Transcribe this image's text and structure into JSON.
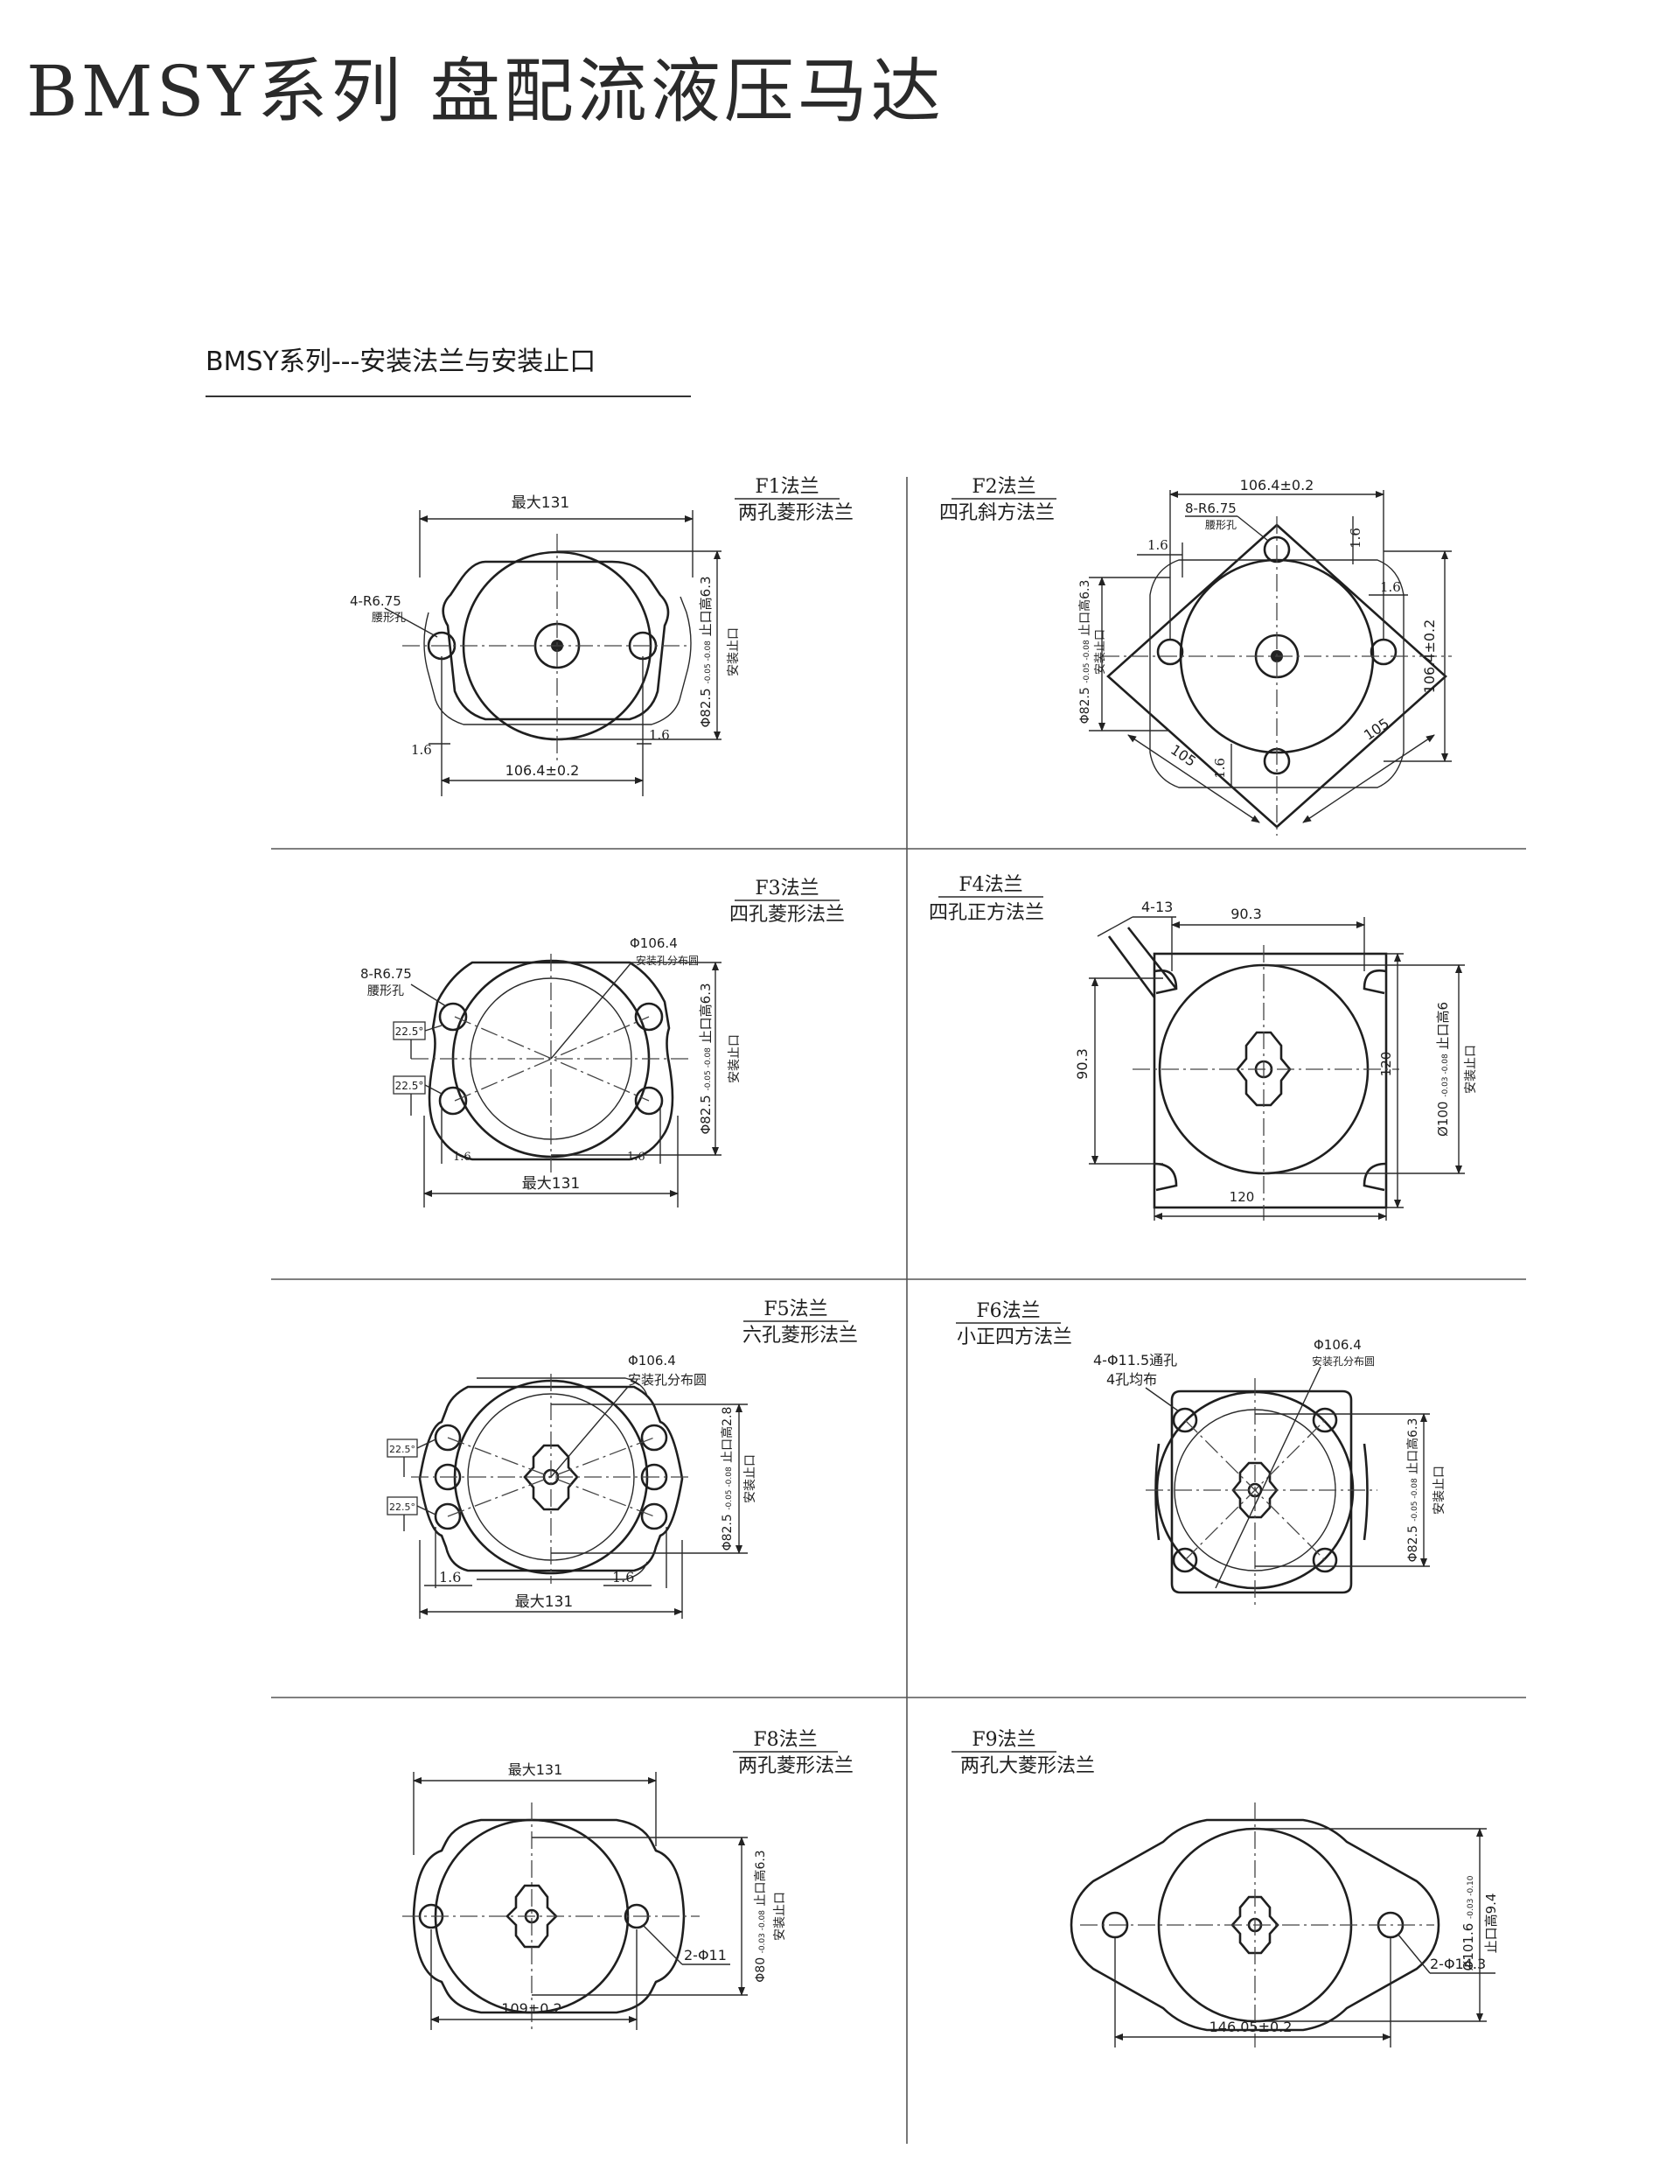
{
  "page": {
    "title": "BMSY系列 盘配流液压马达",
    "section_heading": "BMSY系列---安装法兰与安装止口"
  },
  "flanges": {
    "f1": {
      "code": "F1法兰",
      "desc": "两孔菱形法兰",
      "width": "最大131",
      "holes": "4-R6.75",
      "hole_note": "腰形孔",
      "hole_spacing": "106.4±0.2",
      "offset_l": "1.6",
      "offset_r": "1.6",
      "pilot": "Φ82.5",
      "pilot_tol": "-0.05 -0.08",
      "pilot_label": "止口高6.3",
      "pilot_sub": "安装止口"
    },
    "f2": {
      "code": "F2法兰",
      "desc": "四孔斜方法兰",
      "spacing_top": "106.4±0.2",
      "holes": "8-R6.75",
      "hole_note": "腰形孔",
      "off_a": "1.6",
      "off_b": "1.6",
      "off_c": "1.6",
      "off_d": "1.6",
      "spacing_right": "106.4±0.2",
      "diag_a": "105",
      "diag_b": "105",
      "pilot": "Φ82.5",
      "pilot_tol": "-0.05 -0.08",
      "pilot_label": "止口高6.3",
      "pilot_sub": "安装止口"
    },
    "f3": {
      "code": "F3法兰",
      "desc": "四孔菱形法兰",
      "bolt_circle": "Φ106.4",
      "bolt_circle_note": "安装孔分布圆",
      "holes": "8-R6.75",
      "hole_note": "腰形孔",
      "angle_a": "22.5°",
      "angle_b": "22.5°",
      "off_l": "1.6",
      "off_r": "1.6",
      "width": "最大131",
      "pilot": "Φ82.5",
      "pilot_tol": "-0.05 -0.08",
      "pilot_label": "止口高6.3",
      "pilot_sub": "安装止口"
    },
    "f4": {
      "code": "F4法兰",
      "desc": "四孔正方法兰",
      "holes": "4-13",
      "spacing_top": "90.3",
      "spacing_left": "90.3",
      "side_right": "120",
      "side_bottom": "120",
      "pilot": "Ø100",
      "pilot_tol": "-0.03 -0.08",
      "pilot_label": "止口高6",
      "pilot_sub": "安装止口"
    },
    "f5": {
      "code": "F5法兰",
      "desc": "六孔菱形法兰",
      "bolt_circle": "Φ106.4",
      "bolt_circle_note": "安装孔分布圆",
      "angle_a": "22.5°",
      "angle_b": "22.5°",
      "off_l": "1.6",
      "off_r": "1.6",
      "width": "最大131",
      "pilot": "Φ82.5",
      "pilot_tol": "-0.05 -0.08",
      "pilot_label": "止口高2.8",
      "pilot_sub": "安装止口"
    },
    "f6": {
      "code": "F6法兰",
      "desc": "小正四方法兰",
      "holes": "4-Φ11.5通孔",
      "hole_note": "4孔均布",
      "bolt_circle": "Φ106.4",
      "bolt_circle_note": "安装孔分布圆",
      "pilot": "Φ82.5",
      "pilot_tol": "-0.05 -0.08",
      "pilot_label": "止口高6.3",
      "pilot_sub": "安装止口"
    },
    "f8": {
      "code": "F8法兰",
      "desc": "两孔菱形法兰",
      "width": "最大131",
      "holes": "2-Φ11",
      "hole_spacing": "109±0.2",
      "pilot": "Φ80",
      "pilot_tol": "-0.03 -0.08",
      "pilot_label": "止口高6.3",
      "pilot_sub": "安装止口"
    },
    "f9": {
      "code": "F9法兰",
      "desc": "两孔大菱形法兰",
      "holes": "2-Φ14.3",
      "hole_spacing": "146.05±0.2",
      "pilot": "Ø101.6",
      "pilot_tol": "-0.03 -0.10",
      "pilot_label": "止口高9.4"
    }
  }
}
